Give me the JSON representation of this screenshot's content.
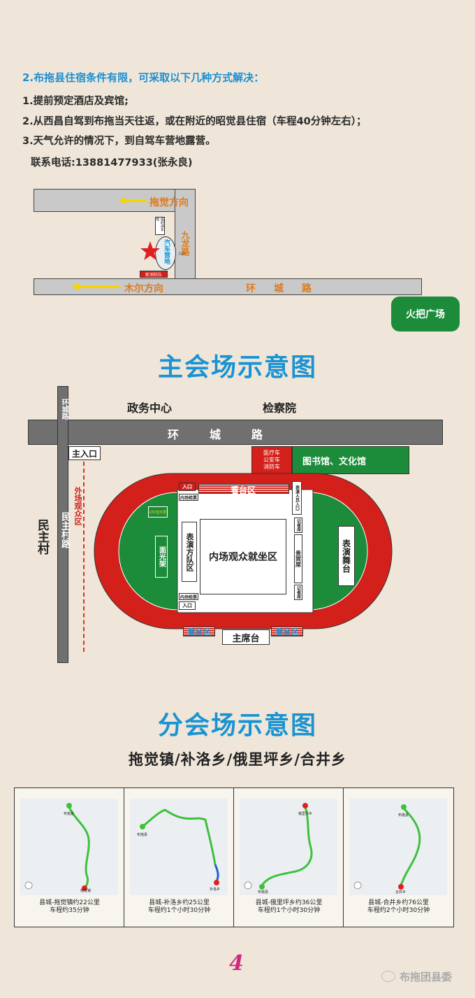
{
  "info": {
    "heading": "2.布拖县住宿条件有限，可采取以下几种方式解决：",
    "lines": [
      "1.提前预定酒店及宾馆;",
      "2.从西昌自驾到布拖当天往返，或在附近的昭觉县住宿（车程40分钟左右）；",
      "3.天气允许的情况下，到自驾车营地露营。"
    ],
    "contact": "联系电话:13881477933(张永良)"
  },
  "camp_map": {
    "tuojue_direction": "拖觉方向",
    "muer_direction": "木尔方向",
    "jiulong_road": "九龙路",
    "huancheng_road": "环　城　路",
    "camp_label": "汽车营地",
    "entrance_small": "入口",
    "fire_station": "新消防队",
    "shelter_label": "临时停车场",
    "torch_square": "火把广场"
  },
  "main_venue": {
    "title": "主会场示意图",
    "government_center": "政务中心",
    "procuratorate": "检察院",
    "huancheng_road": "环　城　路",
    "huancheng_vertical": "环城路",
    "main_entrance": "主入口",
    "minzhu_village": "民主村",
    "minzhu_village_road": "民主村路",
    "outer_audience": "外场观众区",
    "vehicles": [
      "医疗车",
      "公安车",
      "消防车"
    ],
    "library": "图书馆、文化馆",
    "stand_north": "看台区",
    "stand_south_left": "看台区",
    "stand_south_right": "看台区",
    "main_stand": "主席台",
    "inner_audience": "内场观众就坐区",
    "performing_team": "表演方队区",
    "performance_stage": "表演舞台",
    "flag_stand": "面光架",
    "led_screen": "LED显示屏",
    "entry_top": "入口",
    "entry_bottom": "入口",
    "inner_check_top": "内场检票",
    "inner_check_bottom": "内场检票",
    "performer_entrance": "表演人员入口",
    "reporter_top": "记者席",
    "vip_seat": "贵宾席",
    "reporter_bottom": "记者席"
  },
  "sub_venue": {
    "title": "分会场示意图",
    "subtitle": "拖觉镇/补洛乡/俄里坪乡/合井乡",
    "maps": [
      {
        "caption_1": "县城-拖觉镇约22公里",
        "caption_2": "车程约35分钟",
        "start": "布拖县",
        "end": "拖觉镇"
      },
      {
        "caption_1": "县城-补洛乡约25公里",
        "caption_2": "车程约1个小时30分钟",
        "start": "布拖县",
        "end": "补洛乡"
      },
      {
        "caption_1": "县城-俄里坪乡约36公里",
        "caption_2": "车程约1个小时30分钟",
        "start": "布拖县",
        "end": "俄里坪乡"
      },
      {
        "caption_1": "县城-合井乡约76公里",
        "caption_2": "车程约2个小时30分钟",
        "start": "布拖县",
        "end": "合井乡"
      }
    ]
  },
  "footer": {
    "page_number": "4",
    "watermark": "布拖团县委"
  },
  "colors": {
    "accent_blue": "#1a93d2",
    "road_orange": "#e07a1c",
    "track_red": "#d3201a",
    "field_green": "#1c8c3b",
    "page_pink": "#d1287f"
  }
}
